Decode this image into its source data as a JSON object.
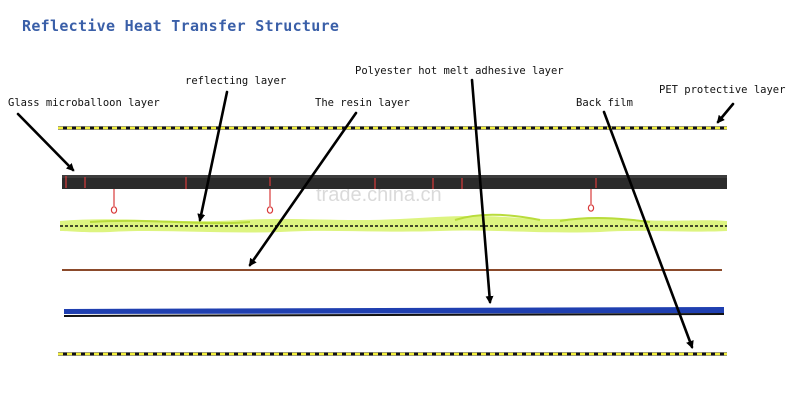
{
  "title": "Reflective Heat Transfer Structure",
  "watermark": "trade.china.cn",
  "labels": {
    "glass": "Glass microballoon layer",
    "reflecting": "reflecting layer",
    "resin": "The resin layer",
    "adhesive": "Polyester hot melt adhesive layer",
    "back_film": "Back film",
    "pet": "PET protective layer"
  },
  "colors": {
    "title": "#3a5fa8",
    "yellow_layer": "#f2ee3c",
    "glass_layer": "#2b2b2b",
    "glass_drops": "#d83a3a",
    "green_layer": "#d7f26a",
    "resin_layer": "#8b4a2b",
    "blue_layer": "#1f3fb0",
    "arrow": "#000000"
  }
}
